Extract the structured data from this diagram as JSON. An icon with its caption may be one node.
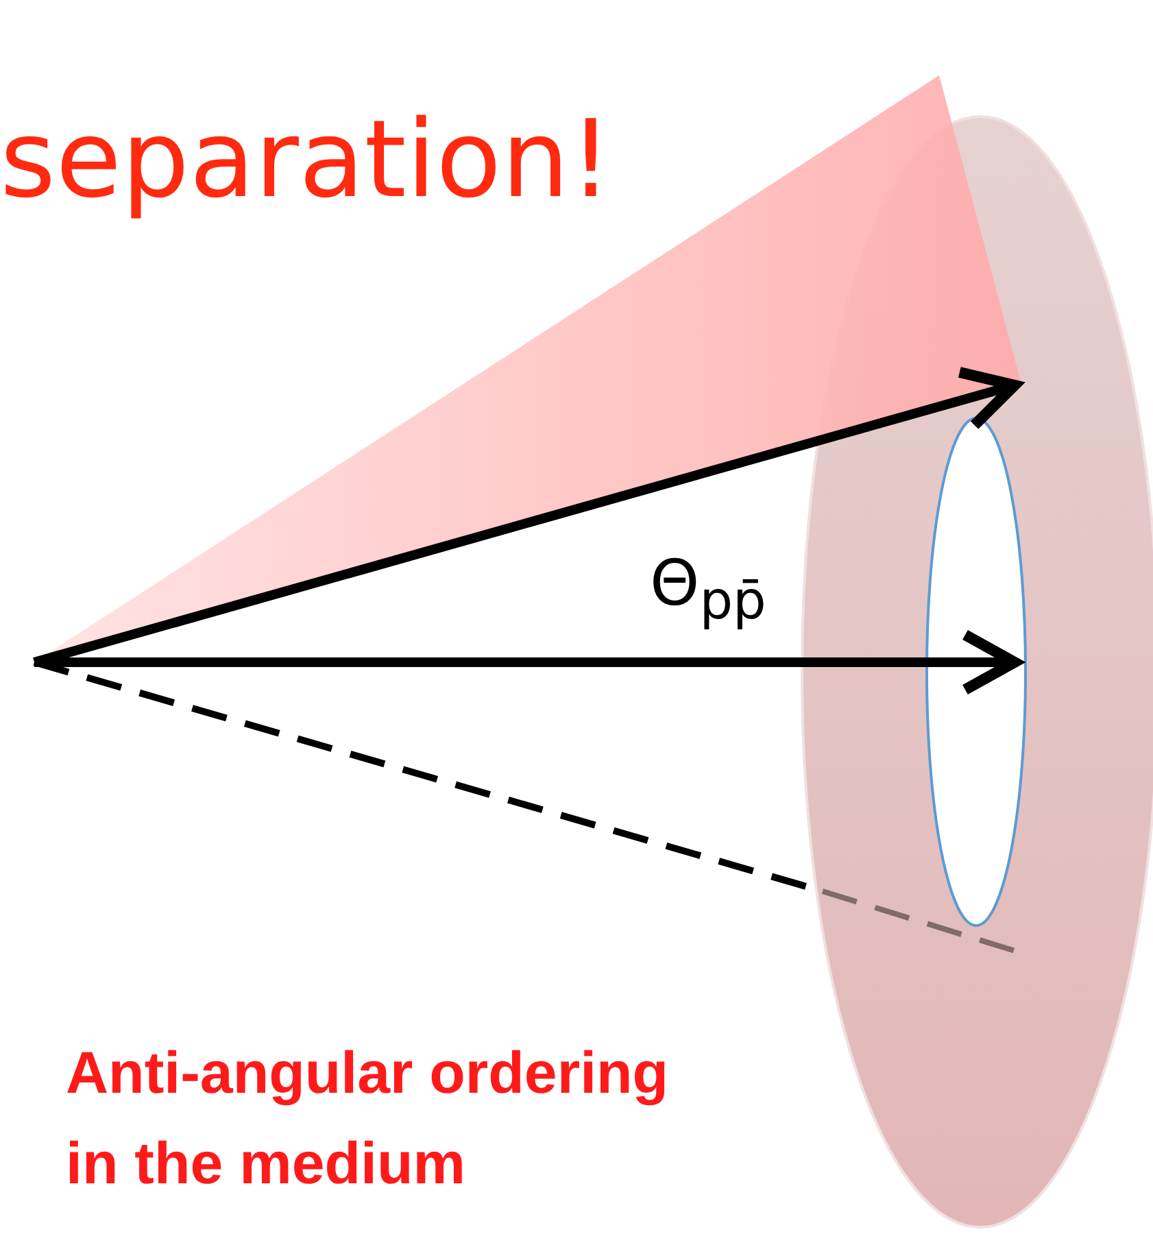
{
  "diagram": {
    "labels": [
      "separation!",
      "Θ$_{pp̄}$",
      "Anti-angular ordering in the medium"
    ]
  }
}
